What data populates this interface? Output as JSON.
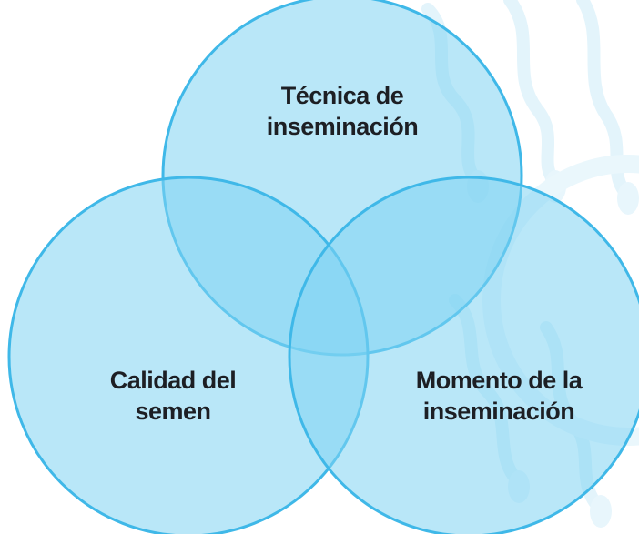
{
  "diagram": {
    "type": "venn",
    "colors": {
      "circle_fill": "#7fd3f2",
      "circle_stroke": "#3fb8e8",
      "background_motif": "#e6f6fc",
      "text": "#1d1f24"
    },
    "sets": [
      {
        "id": "top",
        "lines": [
          "Técnica de",
          "inseminación"
        ]
      },
      {
        "id": "left",
        "lines": [
          "Calidad del",
          "semen"
        ]
      },
      {
        "id": "right",
        "lines": [
          "Momento de la",
          "inseminación"
        ]
      }
    ]
  }
}
